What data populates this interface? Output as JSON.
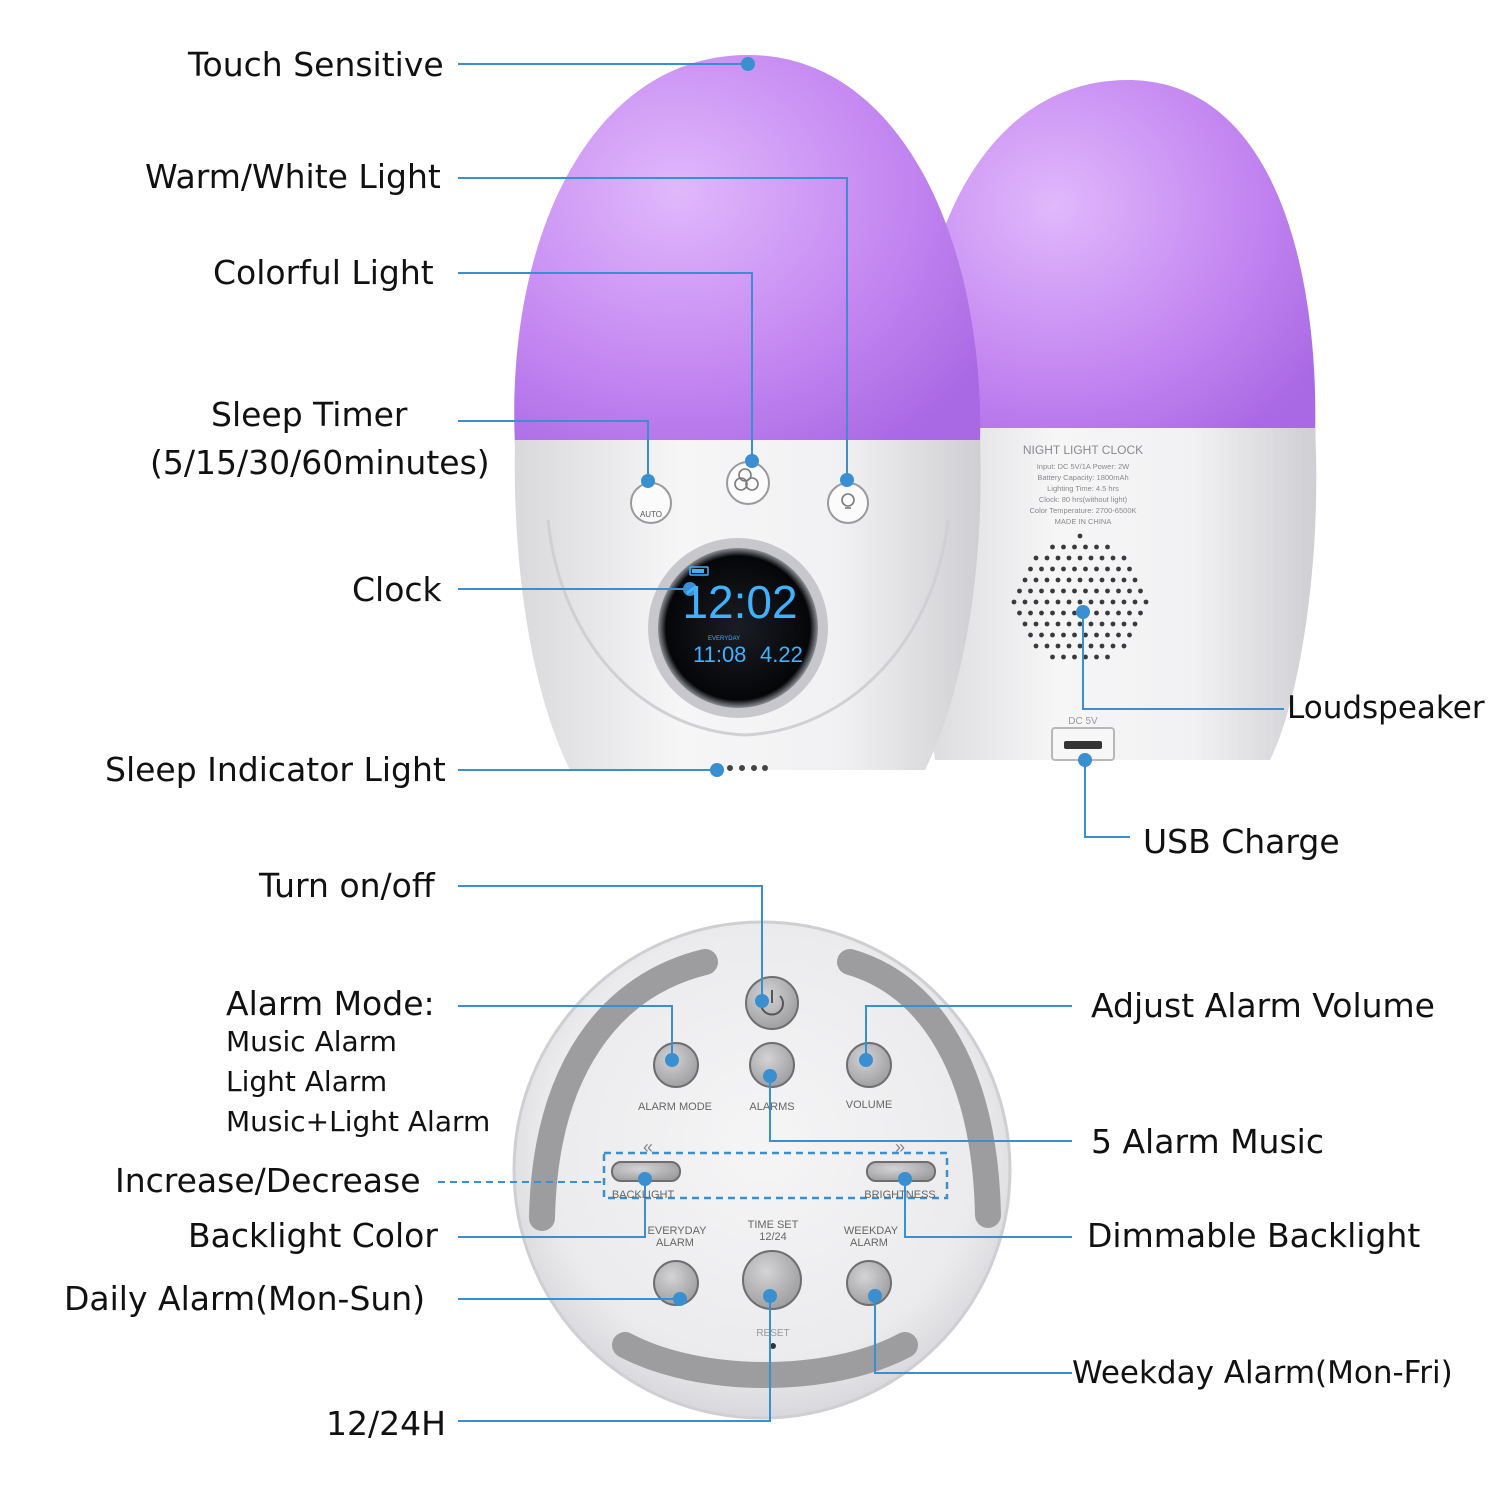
{
  "labels": {
    "touch_sensitive": "Touch Sensitive",
    "warm_white_light": "Warm/White Light",
    "colorful_light": "Colorful Light",
    "sleep_timer": "Sleep Timer",
    "sleep_timer_minutes": "(5/15/30/60minutes)",
    "clock": "Clock",
    "sleep_indicator_light": "Sleep Indicator Light",
    "loudspeaker": "Loudspeaker",
    "usb_charge": "USB Charge",
    "turn_on_off": "Turn on/off",
    "alarm_mode": "Alarm Mode:",
    "music_alarm": "Music Alarm",
    "light_alarm": "Light Alarm",
    "music_light_alarm": "Music+Light Alarm",
    "increase_decrease": "Increase/Decrease",
    "backlight_color": "Backlight Color",
    "daily_alarm": "Daily Alarm(Mon-Sun)",
    "hour_format": "12/24H",
    "adjust_alarm_volume": "Adjust Alarm Volume",
    "five_alarm_music": "5 Alarm Music",
    "dimmable_backlight": "Dimmable Backlight",
    "weekday_alarm": "Weekday Alarm(Mon-Fri)"
  },
  "device_front": {
    "time": "12:02",
    "day_label": "EVERYDAY",
    "alarm_time": "11:08",
    "date": "4.22",
    "auto_label": "AUTO"
  },
  "device_back": {
    "title": "NIGHT LIGHT CLOCK",
    "specs": [
      "Input: DC 5V/1A    Power: 2W",
      "Battery Capacity: 1800mAh",
      "Lighting Time: 4.5 hrs",
      "Clock: 80 hrs(without light)",
      "Color Temperature: 2700-6500K",
      "MADE IN CHINA"
    ],
    "port_label": "DC 5V"
  },
  "base_buttons": {
    "alarm_mode": "ALARM MODE",
    "alarms": "ALARMS",
    "volume": "VOLUME",
    "backlight": "BACKLIGHT",
    "brightness": "BRIGHTNESS",
    "everyday_alarm_1": "EVERYDAY",
    "everyday_alarm_2": "ALARM",
    "time_set_1": "TIME SET",
    "time_set_2": "12/24",
    "weekday_alarm_1": "WEEKDAY",
    "weekday_alarm_2": "ALARM",
    "reset": "RESET"
  },
  "colors": {
    "callout_line": "#3a8fd0",
    "lamp_purple": "#c27fee",
    "lcd_digits": "#3fb2ff"
  }
}
